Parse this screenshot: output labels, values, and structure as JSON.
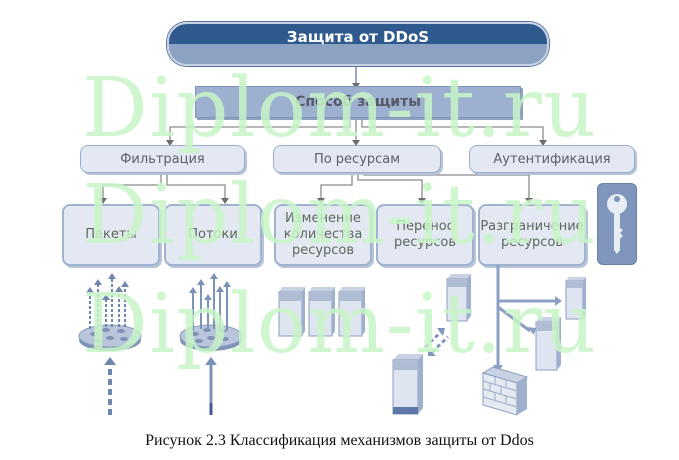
{
  "diagram": {
    "title": "Защита от DDoS",
    "method": "Способ защиты",
    "categories": [
      {
        "label": "Фильтрация"
      },
      {
        "label": "По ресурсам"
      },
      {
        "label": "Аутентификация"
      }
    ],
    "leaves": [
      {
        "label": "Пакеты",
        "parent": "Фильтрация"
      },
      {
        "label": "Потоки",
        "parent": "Фильтрация"
      },
      {
        "label": "Изменение количества ресурсов",
        "parent": "По ресурсам"
      },
      {
        "label": "Перенос ресурсов",
        "parent": "По ресурсам"
      },
      {
        "label": "Разграничение ресурсов",
        "parent": "По ресурсам"
      }
    ],
    "icons": [
      "key-icon",
      "filter-disk-icon",
      "server-icon",
      "firewall-icon"
    ]
  },
  "watermark": "Diplom-it.ru",
  "caption": "Рисунок 2.3 Классификация механизмов защиты от Ddos",
  "colors": {
    "primary": "#2f5a8e",
    "box_fill": "#e3e8f2",
    "box_border": "#9aaecb",
    "connector": "#7a7a7a",
    "watermark": "#c8f5c8"
  }
}
